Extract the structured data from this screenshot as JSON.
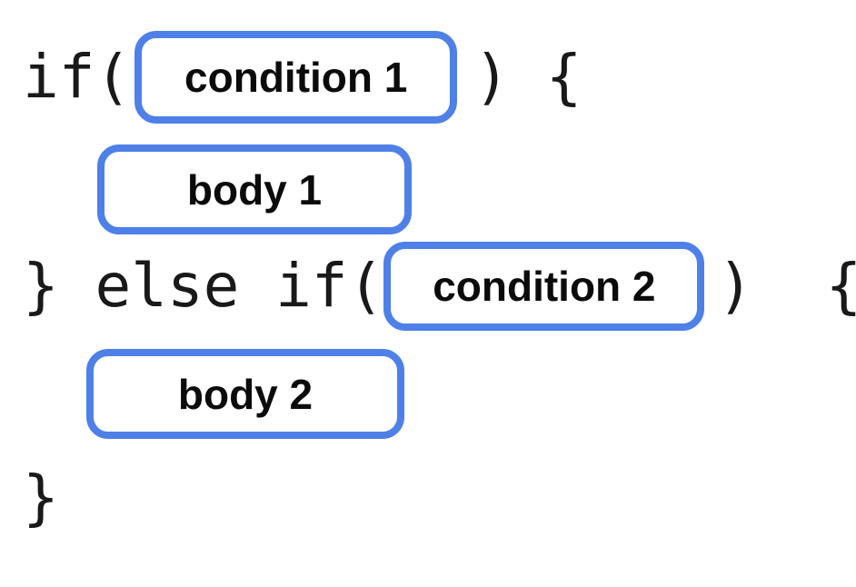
{
  "diagram": {
    "title_semantic": "if-else-if code structure diagram",
    "line1": {
      "prefix": "if(",
      "box_label": "condition 1",
      "suffix": ") {"
    },
    "line2": {
      "box_label": "body 1"
    },
    "line3": {
      "prefix": "} else if(",
      "box_label": "condition 2",
      "suffix": ")  {"
    },
    "line4": {
      "box_label": "body 2"
    },
    "line5": {
      "closing_brace": "}"
    }
  },
  "colors": {
    "box_border": "#4E80E8",
    "code_text": "#191919",
    "label_text": "#0b0b0b",
    "background": "#ffffff"
  }
}
